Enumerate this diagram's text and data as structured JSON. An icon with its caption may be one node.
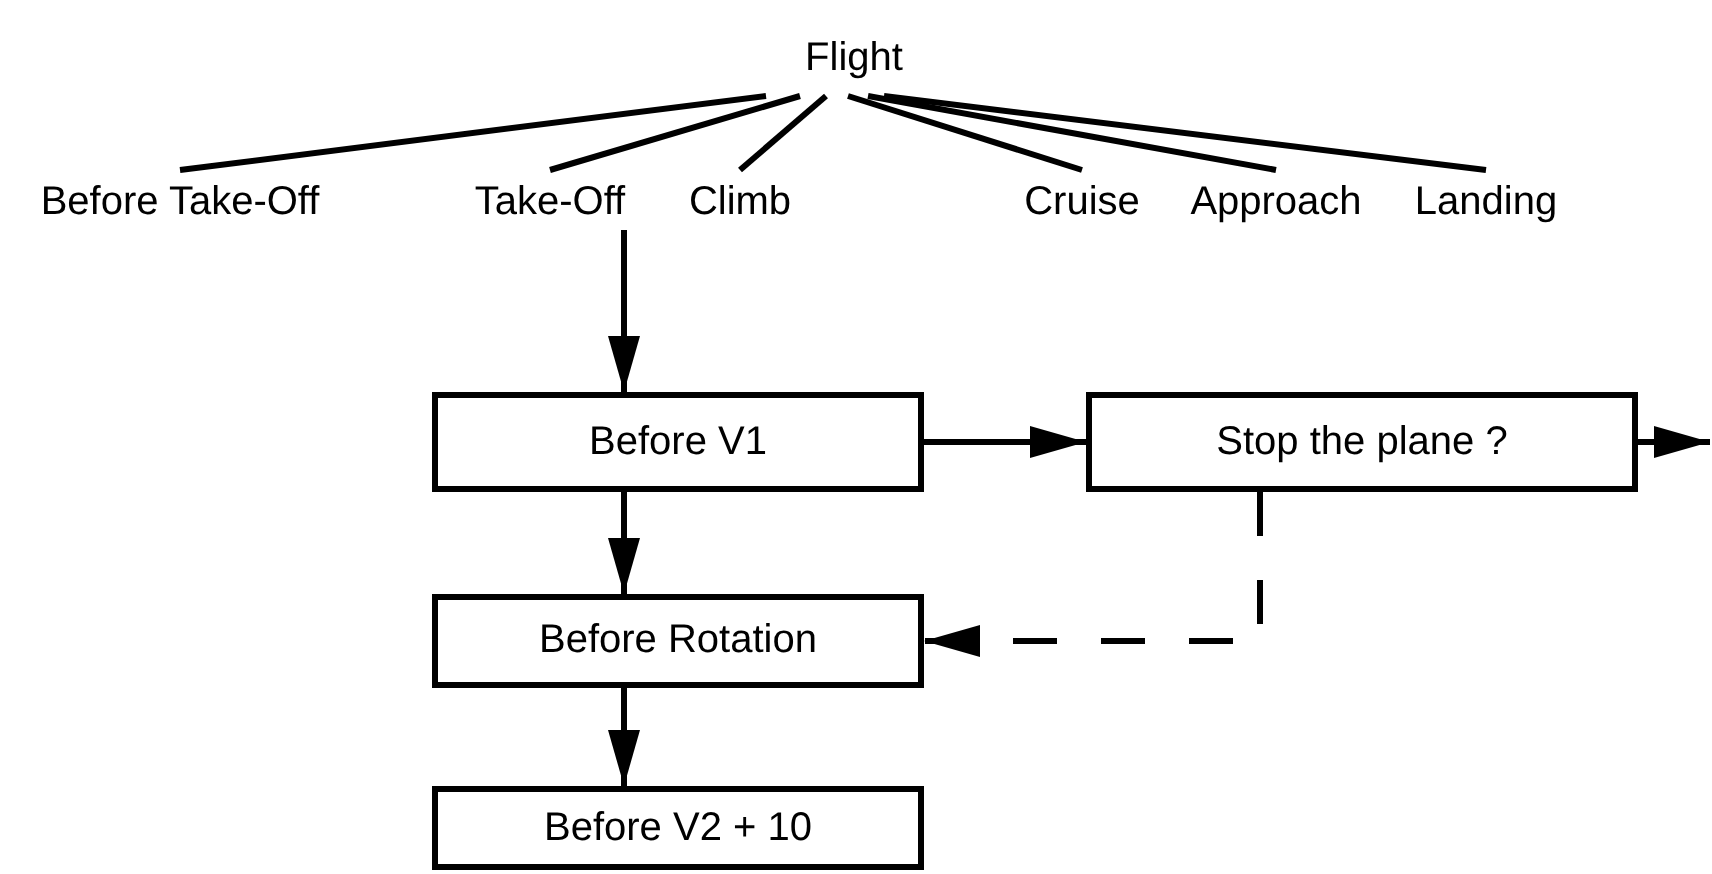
{
  "diagram": {
    "nodes": [
      {
        "text": [
          "Flight"
        ]
      },
      {
        "text": [
          "Before Take-Off"
        ]
      },
      {
        "text": [
          "Take-Off"
        ]
      },
      {
        "text": [
          "Climb"
        ]
      },
      {
        "text": [
          "Cruise"
        ]
      },
      {
        "text": [
          "Approach"
        ]
      },
      {
        "text": [
          "Landing"
        ]
      },
      {
        "text": [
          "Before V1"
        ]
      },
      {
        "text": [
          "Stop the plane ?"
        ]
      },
      {
        "text": [
          "Before Rotation"
        ]
      },
      {
        "text": [
          "Before V2 + 10"
        ]
      }
    ],
    "edges": [
      {
        "from": 0,
        "to": 1,
        "arrow": "none"
      },
      {
        "from": 0,
        "to": 2,
        "arrow": "none"
      },
      {
        "from": 0,
        "to": 3,
        "arrow": "none"
      },
      {
        "from": 0,
        "to": 4,
        "arrow": "none"
      },
      {
        "from": 0,
        "to": 5,
        "arrow": "none"
      },
      {
        "from": 0,
        "to": 6,
        "arrow": "none"
      },
      {
        "from": 2,
        "to": 7,
        "arrow": "to"
      },
      {
        "from": 7,
        "to": 8,
        "arrow": "to"
      },
      {
        "from": 8,
        "to": null,
        "arrow": "to"
      },
      {
        "from": 7,
        "to": 9,
        "arrow": "to"
      },
      {
        "from": 8,
        "to": 9,
        "arrow": "to",
        "style": "dashed"
      },
      {
        "from": 9,
        "to": 10,
        "arrow": "to"
      }
    ]
  }
}
